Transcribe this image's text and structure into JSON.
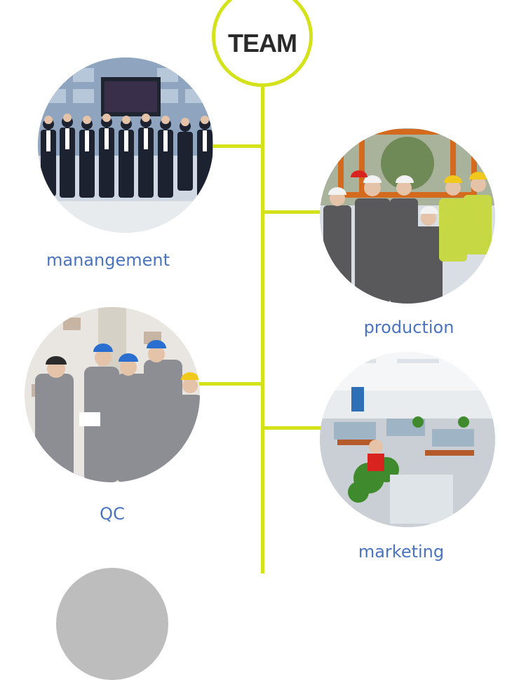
{
  "theme": {
    "accent": "#d4e21a",
    "caption_color": "#4a74c0",
    "title_color": "#2a2a2a"
  },
  "header": {
    "title": "TEAM"
  },
  "team_sections": [
    {
      "label": "manangement",
      "photo_icon": "group-photo-icon"
    },
    {
      "label": "production",
      "photo_icon": "workers-photo-icon"
    },
    {
      "label": "QC",
      "photo_icon": "inspection-photo-icon"
    },
    {
      "label": "marketing",
      "photo_icon": "office-photo-icon"
    }
  ]
}
